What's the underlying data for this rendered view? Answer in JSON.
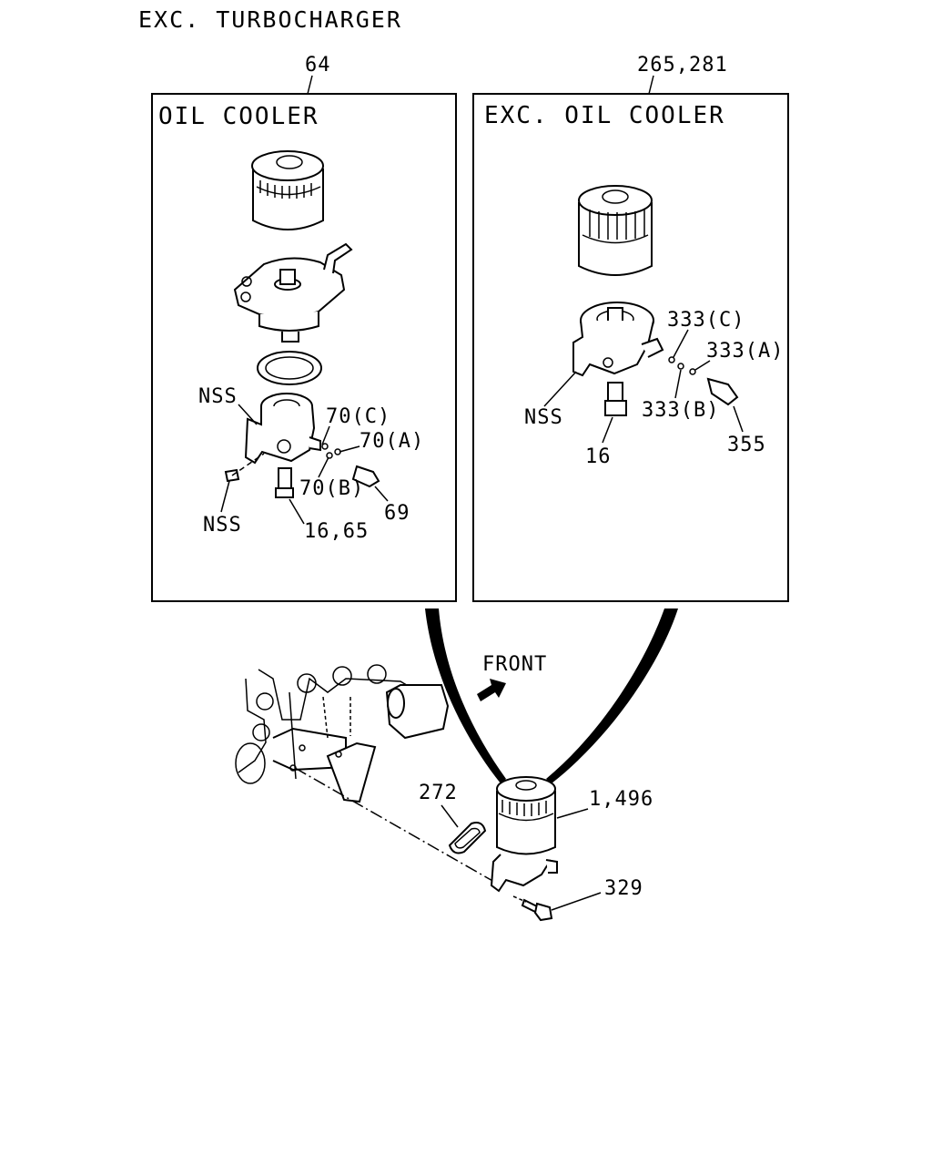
{
  "header": {
    "title": "EXC. TURBOCHARGER"
  },
  "left_box": {
    "ref": "64",
    "title": "OIL COOLER",
    "labels": {
      "nss_top": "NSS",
      "nss_bottom": "NSS",
      "c": "70(C)",
      "a": "70(A)",
      "b": "70(B)",
      "p69": "69",
      "p1665": "16,65"
    }
  },
  "right_box": {
    "ref": "265,281",
    "title": "EXC. OIL COOLER",
    "labels": {
      "c": "333(C)",
      "a": "333(A)",
      "b": "333(B)",
      "nss": "NSS",
      "p16": "16",
      "p355": "355"
    }
  },
  "main": {
    "front": "FRONT",
    "p272": "272",
    "p1496": "1,496",
    "p329": "329"
  }
}
